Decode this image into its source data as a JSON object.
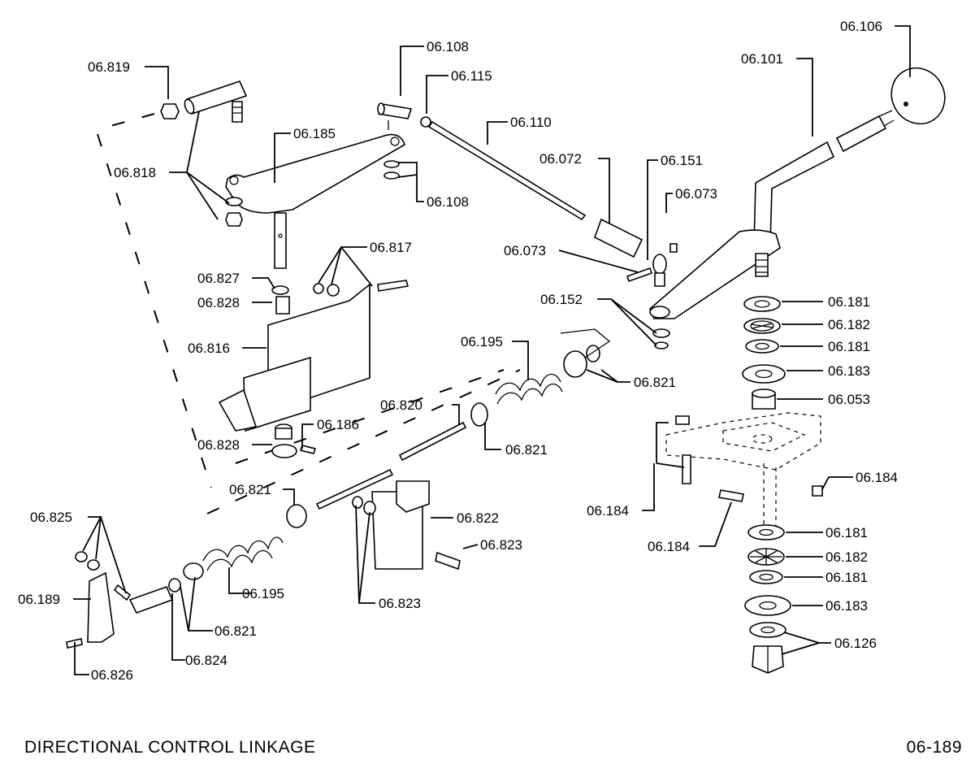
{
  "title": "DIRECTIONAL  CONTROL  LINKAGE",
  "figure_number": "06-189",
  "callouts": [
    {
      "id": "c01",
      "text": "06.819"
    },
    {
      "id": "c02",
      "text": "06.108"
    },
    {
      "id": "c03",
      "text": "06.115"
    },
    {
      "id": "c04",
      "text": "06.110"
    },
    {
      "id": "c05",
      "text": "06.185"
    },
    {
      "id": "c06",
      "text": "06.818"
    },
    {
      "id": "c07",
      "text": "06.108"
    },
    {
      "id": "c08",
      "text": "06.072"
    },
    {
      "id": "c09",
      "text": "06.151"
    },
    {
      "id": "c10",
      "text": "06.073"
    },
    {
      "id": "c11",
      "text": "06.073"
    },
    {
      "id": "c12",
      "text": "06.106"
    },
    {
      "id": "c13",
      "text": "06.101"
    },
    {
      "id": "c14",
      "text": "06.817"
    },
    {
      "id": "c15",
      "text": "06.827"
    },
    {
      "id": "c16",
      "text": "06.828"
    },
    {
      "id": "c17",
      "text": "06.816"
    },
    {
      "id": "c18",
      "text": "06.152"
    },
    {
      "id": "c19",
      "text": "06.181"
    },
    {
      "id": "c20",
      "text": "06.182"
    },
    {
      "id": "c21",
      "text": "06.181"
    },
    {
      "id": "c22",
      "text": "06.183"
    },
    {
      "id": "c23",
      "text": "06.053"
    },
    {
      "id": "c24",
      "text": "06.195"
    },
    {
      "id": "c25",
      "text": "06.821"
    },
    {
      "id": "c26",
      "text": "06.820"
    },
    {
      "id": "c27",
      "text": "06.821"
    },
    {
      "id": "c28",
      "text": "06.186"
    },
    {
      "id": "c29",
      "text": "06.828"
    },
    {
      "id": "c30",
      "text": "06.184"
    },
    {
      "id": "c31",
      "text": "06.184"
    },
    {
      "id": "c32",
      "text": "06.184"
    },
    {
      "id": "c33",
      "text": "06.821"
    },
    {
      "id": "c34",
      "text": "06.822"
    },
    {
      "id": "c35",
      "text": "06.823"
    },
    {
      "id": "c36",
      "text": "06.825"
    },
    {
      "id": "c37",
      "text": "06.181"
    },
    {
      "id": "c38",
      "text": "06.182"
    },
    {
      "id": "c39",
      "text": "06.181"
    },
    {
      "id": "c40",
      "text": "06.183"
    },
    {
      "id": "c41",
      "text": "06.189"
    },
    {
      "id": "c42",
      "text": "06.195"
    },
    {
      "id": "c43",
      "text": "06.823"
    },
    {
      "id": "c44",
      "text": "06.821"
    },
    {
      "id": "c45",
      "text": "06.126"
    },
    {
      "id": "c46",
      "text": "06.824"
    },
    {
      "id": "c47",
      "text": "06.826"
    }
  ]
}
